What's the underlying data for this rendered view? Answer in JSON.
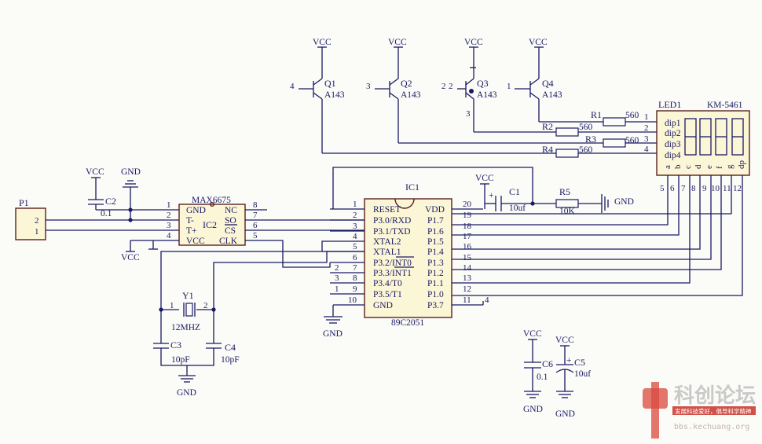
{
  "power": {
    "vcc": "VCC",
    "gnd": "GND"
  },
  "transistors": [
    {
      "ref": "Q1",
      "part": "A143",
      "base_pin": "4"
    },
    {
      "ref": "Q2",
      "part": "A143",
      "base_pin": "3"
    },
    {
      "ref": "Q3",
      "part": "A143",
      "base_pin": "2",
      "base_pin2": "2",
      "collector_pin": "3"
    },
    {
      "ref": "Q4",
      "part": "A143",
      "base_pin": "1"
    }
  ],
  "resistors": [
    {
      "ref": "R1",
      "value": "560",
      "pin": "1"
    },
    {
      "ref": "R2",
      "value": "560",
      "pin": "2"
    },
    {
      "ref": "R3",
      "value": "560",
      "pin": "3"
    },
    {
      "ref": "R4",
      "value": "560",
      "pin": "4"
    },
    {
      "ref": "R5",
      "value": "10K"
    }
  ],
  "led": {
    "ref": "LED1",
    "part": "KM-5461",
    "digit_pins": [
      "dip1",
      "dip2",
      "dip3",
      "dip4"
    ],
    "segments": [
      "a",
      "b",
      "c",
      "d",
      "e",
      "f",
      "g",
      "dp"
    ],
    "segment_pins": [
      "5",
      "6",
      "7",
      "8",
      "9",
      "10",
      "11",
      "12"
    ]
  },
  "connector": {
    "ref": "P1",
    "pins": [
      "2",
      "1"
    ]
  },
  "capacitors": [
    {
      "ref": "C1",
      "value": "10uf",
      "plus": "+"
    },
    {
      "ref": "C2",
      "value": "0.1"
    },
    {
      "ref": "C3",
      "value": "10pF"
    },
    {
      "ref": "C4",
      "value": "10pF"
    },
    {
      "ref": "C5",
      "value": "10uf",
      "plus": "+"
    },
    {
      "ref": "C6",
      "value": "0.1"
    }
  ],
  "crystal": {
    "ref": "Y1",
    "value": "12MHZ",
    "pin1": "1",
    "pin2": "2"
  },
  "ic2": {
    "ref": "IC2",
    "part": "MAX6675",
    "left_pins": [
      {
        "num": "1",
        "name": "GND"
      },
      {
        "num": "2",
        "name": "T-"
      },
      {
        "num": "3",
        "name": "T+"
      },
      {
        "num": "4",
        "name": "VCC"
      }
    ],
    "right_pins": [
      {
        "num": "8",
        "name": "NC"
      },
      {
        "num": "7",
        "name": "SO"
      },
      {
        "num": "6",
        "name": "CS"
      },
      {
        "num": "5",
        "name": "CLK"
      }
    ]
  },
  "ic1": {
    "ref": "IC1",
    "part": "89C2051",
    "left_pins": [
      {
        "num": "1",
        "name": "RESET"
      },
      {
        "num": "2",
        "name": "P3.0/RXD"
      },
      {
        "num": "3",
        "name": "P3.1/TXD"
      },
      {
        "num": "4",
        "name": "XTAL2"
      },
      {
        "num": "5",
        "name": "XTAL1"
      },
      {
        "num": "6",
        "name": "P3.2/INT0"
      },
      {
        "num": "7",
        "name": "P3.3/INT1"
      },
      {
        "num": "8",
        "name": "P3.4/T0"
      },
      {
        "num": "9",
        "name": "P3.5/T1"
      },
      {
        "num": "10",
        "name": "GND"
      }
    ],
    "right_pins": [
      {
        "num": "20",
        "name": "VDD"
      },
      {
        "num": "19",
        "name": "P1.7"
      },
      {
        "num": "18",
        "name": "P1.6"
      },
      {
        "num": "17",
        "name": "P1.5"
      },
      {
        "num": "16",
        "name": "P1.4"
      },
      {
        "num": "15",
        "name": "P1.3"
      },
      {
        "num": "14",
        "name": "P1.2"
      },
      {
        "num": "13",
        "name": "P1.1"
      },
      {
        "num": "12",
        "name": "P1.0"
      },
      {
        "num": "11",
        "name": "P3.7"
      }
    ],
    "net_labels": {
      "p3_7_net": "4",
      "left_net_2": "2",
      "left_net_3": "3",
      "left_net_1": "1"
    }
  },
  "watermark": {
    "name": "科创论坛",
    "tagline": "发展科技爱好，倡导科学精神",
    "url": "bbs.kechuang.org",
    "color": "#c9332b"
  }
}
